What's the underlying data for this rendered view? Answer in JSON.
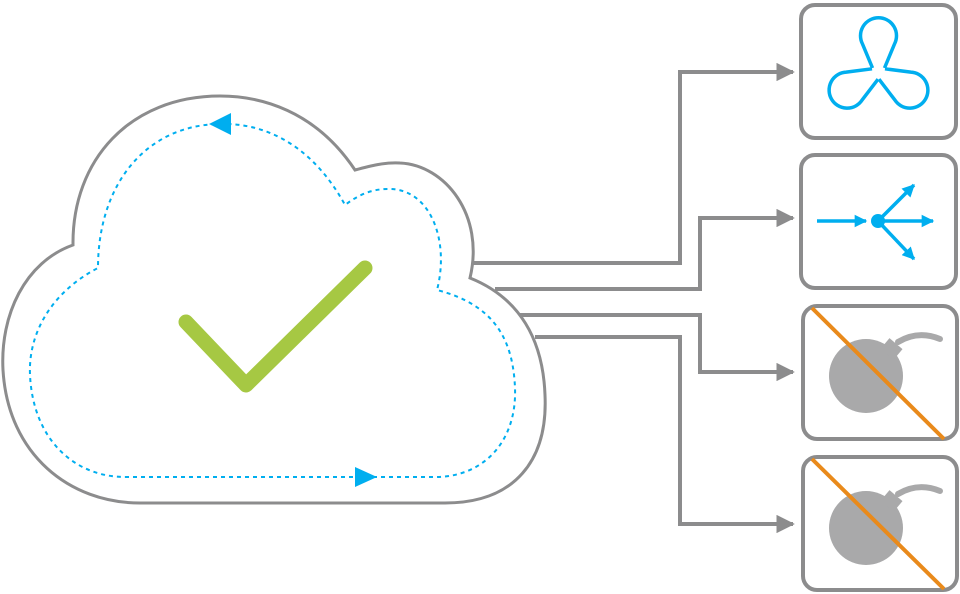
{
  "colors": {
    "outline": "#8c8c8d",
    "accent_blue": "#00aeef",
    "check_green": "#a6c843",
    "bomb_gray": "#a9a9aa",
    "strike_orange": "#e98a1b",
    "background": "#ffffff"
  },
  "cloud": {
    "status_icon": "check-icon",
    "loop_indicator": "dashed-cycle-arrows"
  },
  "targets": [
    {
      "icon": "tri-petal-icon",
      "status": "enabled"
    },
    {
      "icon": "fan-out-arrows-icon",
      "status": "enabled"
    },
    {
      "icon": "bomb-icon",
      "status": "blocked"
    },
    {
      "icon": "bomb-icon",
      "status": "blocked"
    }
  ]
}
